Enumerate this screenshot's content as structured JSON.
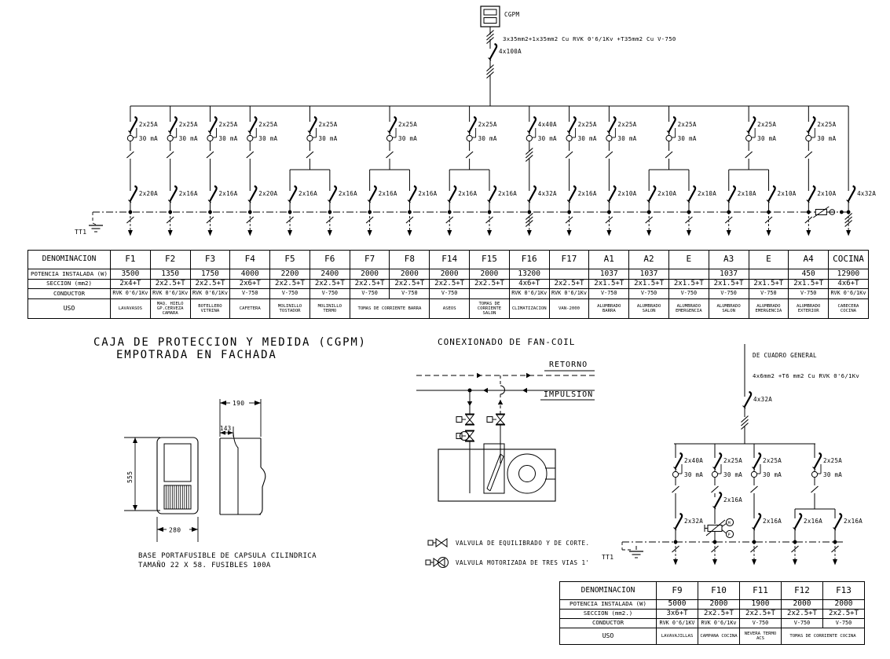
{
  "main_panel": {
    "cgpm_label": "CGPM",
    "supply_cable": "3x35mm2+1x35mm2 Cu RVK 0'6/1Kv +T35mm2 Cu V-750",
    "main_breaker": "4x100A",
    "earth_label": "TT1",
    "rcd_current": "30 mA",
    "groups": [
      {
        "rcd": "2x25A",
        "poles": 2,
        "cols": [
          0
        ],
        "subs": [
          "2x20A"
        ]
      },
      {
        "rcd": "2x25A",
        "poles": 2,
        "cols": [
          1
        ],
        "subs": [
          "2x16A"
        ]
      },
      {
        "rcd": "2x25A",
        "poles": 2,
        "cols": [
          2
        ],
        "subs": [
          "2x16A"
        ]
      },
      {
        "rcd": "2x25A",
        "poles": 2,
        "cols": [
          3
        ],
        "subs": [
          "2x20A"
        ]
      },
      {
        "rcd": "2x25A",
        "poles": 2,
        "cols": [
          4,
          5
        ],
        "subs": [
          "2x16A",
          "2x16A"
        ]
      },
      {
        "rcd": "2x25A",
        "poles": 2,
        "cols": [
          6,
          7
        ],
        "subs": [
          "2x16A",
          "2x16A"
        ]
      },
      {
        "rcd": "2x25A",
        "poles": 2,
        "cols": [
          8,
          9
        ],
        "subs": [
          "2x16A",
          "2x16A"
        ]
      },
      {
        "rcd": "4x40A",
        "poles": 4,
        "cols": [
          10
        ],
        "subs": [
          "4x32A"
        ]
      },
      {
        "rcd": "2x25A",
        "poles": 2,
        "cols": [
          11
        ],
        "subs": [
          "2x16A"
        ]
      },
      {
        "rcd": "2x25A",
        "poles": 2,
        "cols": [
          12
        ],
        "subs": [
          "2x10A"
        ]
      },
      {
        "rcd": "2x25A",
        "poles": 2,
        "cols": [
          13,
          14
        ],
        "subs": [
          "2x10A",
          "2x10A"
        ]
      },
      {
        "rcd": "2x25A",
        "poles": 2,
        "cols": [
          15,
          16
        ],
        "subs": [
          "2x10A",
          "2x10A"
        ]
      },
      {
        "rcd": "2x25A",
        "poles": 2,
        "cols": [
          17
        ],
        "subs": [
          "2x10A"
        ],
        "device": "timer"
      },
      {
        "rcd": null,
        "poles": 4,
        "cols": [
          18
        ],
        "subs": [
          "4x32A"
        ]
      }
    ]
  },
  "main_table": {
    "row_headers": [
      "DENOMINACION",
      "POTENCIA INSTALADA (W)",
      "SECCION (mm2)",
      "CONDUCTOR",
      "USO"
    ],
    "columns": [
      "F1",
      "F2",
      "F3",
      "F4",
      "F5",
      "F6",
      "F7",
      "F8",
      "F14",
      "F15",
      "F16",
      "F17",
      "A1",
      "A2",
      "E",
      "A3",
      "E",
      "A4",
      "COCINA"
    ],
    "potencia": [
      "3500",
      "1350",
      "1750",
      "4000",
      "2200",
      "2400",
      "2000",
      "2000",
      "2000",
      "2000",
      "13200",
      "",
      "1037",
      "1037",
      "",
      "1037",
      "",
      "450",
      "12900"
    ],
    "seccion": [
      "2x4+T",
      "2x2.5+T",
      "2x2.5+T",
      "2x6+T",
      "2x2.5+T",
      "2x2.5+T",
      "2x2.5+T",
      "2x2.5+T",
      "2x2.5+T",
      "2x2.5+T",
      "4x6+T",
      "2x2.5+T",
      "2x1.5+T",
      "2x1.5+T",
      "2x1.5+T",
      "2x1.5+T",
      "2x1.5+T",
      "2x1.5+T",
      "4x6+T"
    ],
    "conductor": [
      "RVK 0'6/1Kv",
      "RVK 0'6/1Kv",
      "RVK 0'6/1Kv",
      "V-750",
      "V-750",
      "V-750",
      "V-750",
      "V-750",
      "V-750",
      "",
      "RVK 0'6/1Kv",
      "RVK 0'6/1Kv",
      "V-750",
      "V-750",
      "V-750",
      "V-750",
      "V-750",
      "V-750",
      "RVK 0'6/1Kv"
    ],
    "uso": [
      {
        "text": "LAVAVASOS",
        "span": 1
      },
      {
        "text": "MAQ. HIELO GP.CERVEZA CAMARA",
        "span": 1
      },
      {
        "text": "BOTELLERO VITRINA",
        "span": 1
      },
      {
        "text": "CAFETERA",
        "span": 1
      },
      {
        "text": "MOLINILLO TOSTADOR",
        "span": 1
      },
      {
        "text": "MOLINILLO TERMO",
        "span": 1
      },
      {
        "text": "TOMAS DE CORRIENTE BARRA",
        "span": 2
      },
      {
        "text": "ASEOS",
        "span": 1
      },
      {
        "text": "TOMAS DE CORRIENTE SALON",
        "span": 1
      },
      {
        "text": "CLIMATIZACION",
        "span": 1
      },
      {
        "text": "VAN-2000",
        "span": 1
      },
      {
        "text": "ALUMBRADO BARRA",
        "span": 1
      },
      {
        "text": "ALUMBRADO SALON",
        "span": 1
      },
      {
        "text": "ALUMBRADO EMERGENCIA",
        "span": 1
      },
      {
        "text": "ALUMBRADO SALON",
        "span": 1
      },
      {
        "text": "ALUMBRADO EMERGENCIA",
        "span": 1
      },
      {
        "text": "ALUMBRADO EXTERIOR",
        "span": 1
      },
      {
        "text": "CABECERA COCINA",
        "span": 1
      }
    ]
  },
  "cgpm_detail": {
    "title_line1": "CAJA DE PROTECCION Y MEDIDA (CGPM)",
    "title_line2": "EMPOTRADA EN FACHADA",
    "dim_width": "190",
    "dim_inner": "143",
    "dim_height": "555",
    "dim_base": "280",
    "caption_line1": "BASE PORTAFUSIBLE DE CAPSULA CILINDRICA",
    "caption_line2": "TAMAÑO 22 X 58. FUSIBLES 100A"
  },
  "fancoil": {
    "title": "CONEXIONADO DE FAN-COIL",
    "return_label": "RETORNO",
    "supply_label": "IMPULSION",
    "legend": [
      {
        "label": "VALVULA DE EQUILIBRADO Y DE CORTE."
      },
      {
        "label": "VALVULA MOTORIZADA DE TRES VIAS 1'"
      }
    ]
  },
  "sub_panel": {
    "source_label": "DE CUADRO GENERAL",
    "supply_cable": "4x6mm2 +T6 mm2 Cu RVK 0'6/1Kv",
    "main_breaker": "4x32A",
    "earth_label": "TT1",
    "rcd_current": "30 mA",
    "device_letters": [
      "M",
      "P"
    ],
    "groups": [
      {
        "rcd": "2x40A",
        "poles": 2,
        "xs": [
          860
        ],
        "subs": [
          "2x32A"
        ]
      },
      {
        "rcd": "2x25A",
        "poles": 2,
        "xs": [
          910
        ],
        "subs": [
          "2x16A"
        ],
        "device": "hood"
      },
      {
        "rcd": "2x25A",
        "poles": 2,
        "xs": [
          960
        ],
        "subs": [
          "2x16A"
        ]
      },
      {
        "rcd": "2x25A",
        "poles": 2,
        "xs": [
          1012,
          1063
        ],
        "rcdx": 1037,
        "subs": [
          "2x16A",
          "2x16A"
        ]
      }
    ]
  },
  "sub_table": {
    "row_headers": [
      "DENOMINACION",
      "POTENCIA INSTALADA (W)",
      "SECCION (mm2.)",
      "CONDUCTOR",
      "USO"
    ],
    "columns": [
      "F9",
      "F10",
      "F11",
      "F12",
      "F13"
    ],
    "potencia": [
      "5000",
      "2000",
      "1900",
      "2000",
      "2000"
    ],
    "seccion": [
      "3x6+T",
      "2x2.5+T",
      "2x2.5+T",
      "2x2.5+T",
      "2x2.5+T"
    ],
    "conductor": [
      "RVK 0'6/1KV",
      "RVK 0'6/1Kv",
      "V-750",
      "V-750",
      "V-750"
    ],
    "uso": [
      {
        "text": "LAVAVAJILLAS",
        "span": 1
      },
      {
        "text": "CAMPANA COCINA",
        "span": 1
      },
      {
        "text": "NEVERA TERMO ACS",
        "span": 1
      },
      {
        "text": "TOMAS DE CORRIENTE COCINA",
        "span": 2
      }
    ]
  }
}
